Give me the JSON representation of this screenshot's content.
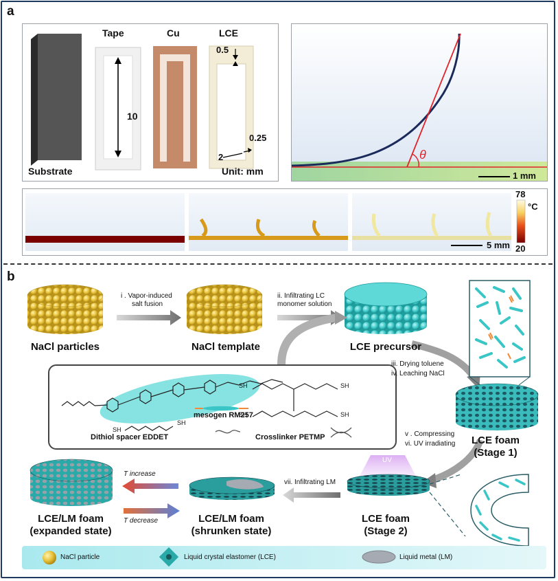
{
  "panel_a": {
    "label": "a",
    "layers": {
      "substrate": "Substrate",
      "tape": "Tape",
      "cu": "Cu",
      "lce": "LCE",
      "dim_10": "10",
      "dim_05": "0.5",
      "dim_2": "2",
      "dim_025": "0.25",
      "unit": "Unit: mm"
    },
    "angle_symbol": "θ",
    "scale_1mm": "1 mm",
    "scale_5mm": "5 mm",
    "colorbar": {
      "max": "78",
      "min": "20",
      "unit": "°C"
    }
  },
  "panel_b": {
    "label": "b",
    "items": {
      "nacl_particles": "NaCl particles",
      "nacl_template": "NaCl template",
      "lce_precursor": "LCE precursor",
      "lce_foam_1": "LCE foam",
      "lce_foam_1_stage": "(Stage 1)",
      "lce_foam_2": "LCE foam",
      "lce_foam_2_stage": "(Stage 2)",
      "lm_shrunken": "LCE/LM foam",
      "lm_shrunken_state": "(shrunken state)",
      "lm_expanded": "LCE/LM foam",
      "lm_expanded_state": "(expanded state)"
    },
    "steps": {
      "s1_line1": "i . Vapor-induced",
      "s1_line2": "salt fusion",
      "s2_line1": "ii. Infiltrating LC",
      "s2_line2": "monomer solution",
      "s3": "iii. Drying toluene",
      "s4": "iv. Leaching NaCl",
      "s5": "v . Compressing",
      "s6": "vi. UV irradiating",
      "s7": "vii. Infiltrating LM",
      "t_increase": "T increase",
      "t_decrease": "T decrease",
      "uv": "UV"
    },
    "chemistry": {
      "mesogen": "mesogen RM257",
      "spacer": "Dithiol spacer EDDET",
      "crosslinker": "Crosslinker PETMP",
      "sh": "SH"
    },
    "legend": {
      "nacl": "NaCl particle",
      "lce": "Liquid crystal elastomer (LCE)",
      "lm": "Liquid metal (LM)"
    }
  },
  "colors": {
    "frame": "#1e3a5f",
    "nacl": "#e8c23a",
    "lce": "#3cc8c8",
    "hot": "#f5f0c0",
    "cold": "#7a0000",
    "arrow_red": "#e24a33",
    "arrow_blue": "#5b7fd6"
  }
}
